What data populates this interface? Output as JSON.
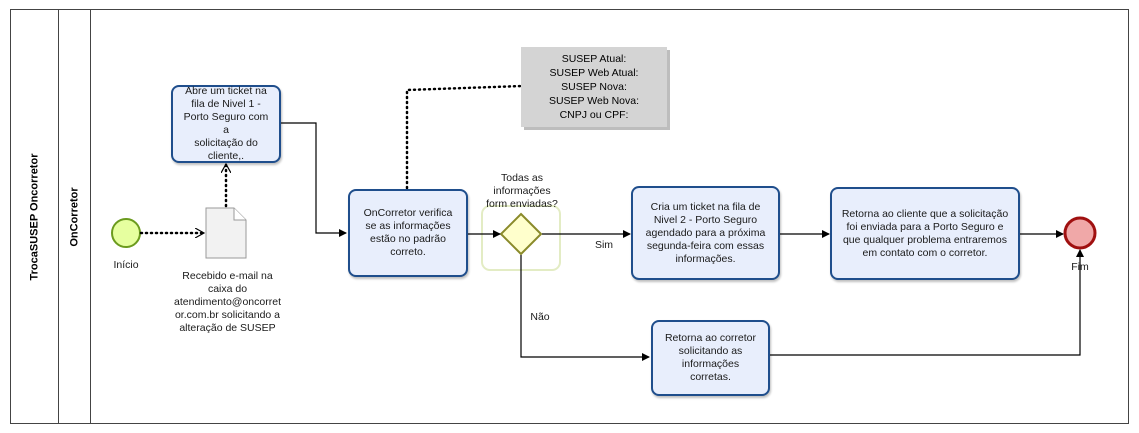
{
  "pool": {
    "title": "TrocaSUSEP Oncorretor"
  },
  "lane": {
    "title": "OnCorretor"
  },
  "start_event": {
    "label": "Início"
  },
  "end_event": {
    "label": "Fim"
  },
  "document": {
    "lines": [
      "Recebido e-mail na",
      "caixa do",
      "atendimento@oncorret",
      "or.com.br solicitando a",
      "alteração de SUSEP"
    ]
  },
  "tasks": {
    "open_ticket": [
      "Abre um ticket na",
      "fila de Nivel 1 -",
      "Porto Seguro com a",
      "solicitação do",
      "cliente,."
    ],
    "verify": [
      "OnCorretor verifica",
      "se as informações",
      "estão no padrão",
      "correto."
    ],
    "create_ticket": [
      "Cria um ticket na fila de",
      "Nivel 2 - Porto Seguro",
      "agendado para a próxima",
      "segunda-feira com essas",
      "informações."
    ],
    "return_client": [
      "Retorna ao cliente que a solicitação",
      "foi enviada para a Porto Seguro e",
      "que qualquer problema entraremos",
      "em contato com o corretor."
    ],
    "return_broker": [
      "Retorna ao corretor",
      "solicitando as",
      "informações",
      "corretas."
    ]
  },
  "gateway": {
    "question": [
      "Todas as",
      "informações",
      "form enviadas?"
    ]
  },
  "flows": {
    "yes": "Sim",
    "no": "Não"
  },
  "annotation": {
    "lines": [
      "SUSEP Atual:",
      "SUSEP Web Atual:",
      "SUSEP Nova:",
      "SUSEP Web Nova:",
      "CNPJ ou CPF:"
    ]
  },
  "colors": {
    "task_fill": "#e8eefc",
    "task_border": "#1f4e8c",
    "start_fill": "#e6ff9f",
    "start_border": "#6b9b1e",
    "end_fill": "#f0a8a8",
    "end_border": "#a01010",
    "gateway_fill": "#ffffcc",
    "gateway_border": "#8a8a2a",
    "note_fill": "#d4d4d4"
  }
}
